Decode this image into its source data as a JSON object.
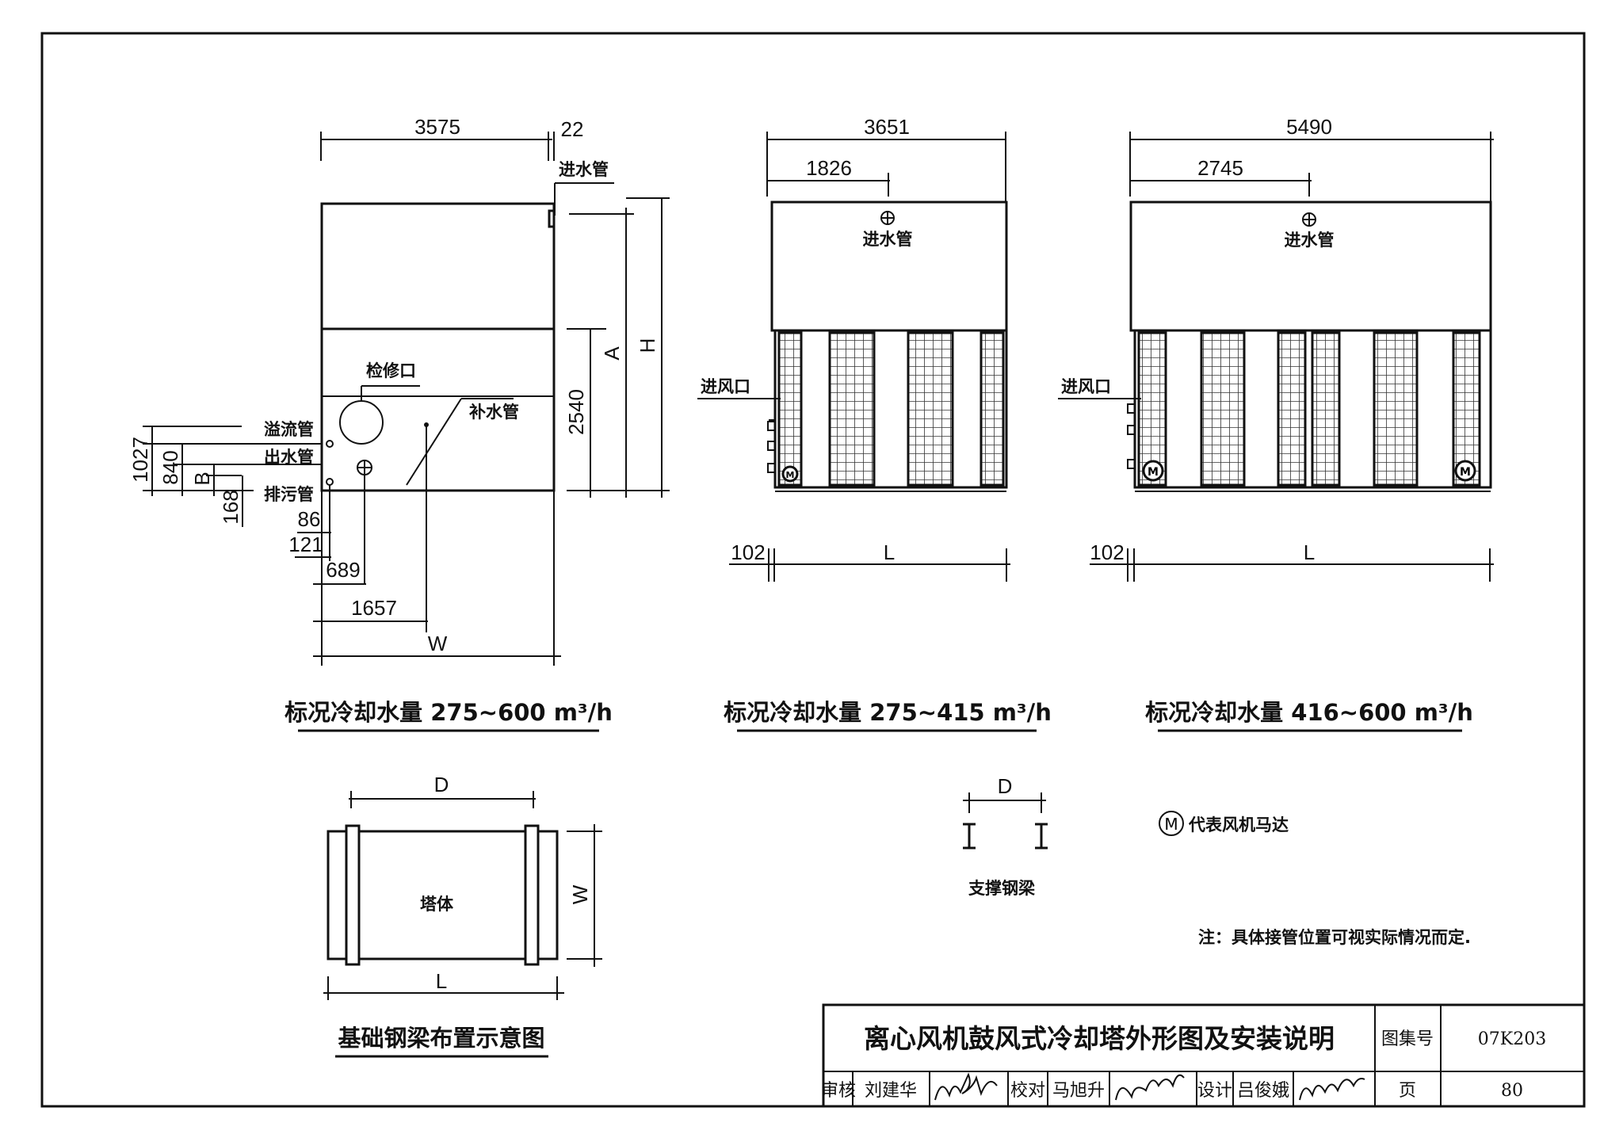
{
  "side_view": {
    "dims": {
      "d3575": "3575",
      "d22": "22",
      "d2540": "2540",
      "A": "A",
      "H": "H",
      "d1027": "1027",
      "d840": "840",
      "B": "B",
      "d168": "168",
      "d86": "86",
      "d121": "121",
      "d689": "689",
      "d1657": "1657",
      "W": "W"
    },
    "labels": {
      "inlet_pipe": "进水管",
      "access_port": "检修口",
      "makeup_pipe": "补水管",
      "overflow_pipe": "溢流管",
      "outlet_pipe": "出水管",
      "drain_pipe": "排污管"
    },
    "caption": "标况冷却水量 275~600 m³/h"
  },
  "front_view_small": {
    "dims": {
      "d3651": "3651",
      "d1826": "1826",
      "d102": "102",
      "L": "L"
    },
    "labels": {
      "inlet_pipe": "进水管",
      "air_inlet": "进风口",
      "motor": "M"
    },
    "caption": "标况冷却水量 275~415 m³/h"
  },
  "front_view_large": {
    "dims": {
      "d5490": "5490",
      "d2745": "2745",
      "d102": "102",
      "L": "L"
    },
    "labels": {
      "inlet_pipe": "进水管",
      "air_inlet": "进风口",
      "motor": "M"
    },
    "caption": "标况冷却水量 416~600 m³/h"
  },
  "base_plan": {
    "dims": {
      "D": "D",
      "W": "W",
      "L": "L"
    },
    "labels": {
      "tower_body": "塔体"
    },
    "caption": "基础钢梁布置示意图"
  },
  "support_beam": {
    "dims": {
      "D": "D"
    },
    "label": "支撑钢梁"
  },
  "legend": {
    "symbol": "M",
    "text": "代表风机马达"
  },
  "note": "注：具体接管位置可视实际情况而定.",
  "title_block": {
    "title": "离心风机鼓风式冷却塔外形图及安装说明",
    "atlas_label": "图集号",
    "atlas_no": "07K203",
    "review_label": "审核",
    "reviewer": "刘建华",
    "check_label": "校对",
    "checker": "马旭升",
    "design_label": "设计",
    "designer": "吕俊娥",
    "page_label": "页",
    "page_no": "80"
  }
}
